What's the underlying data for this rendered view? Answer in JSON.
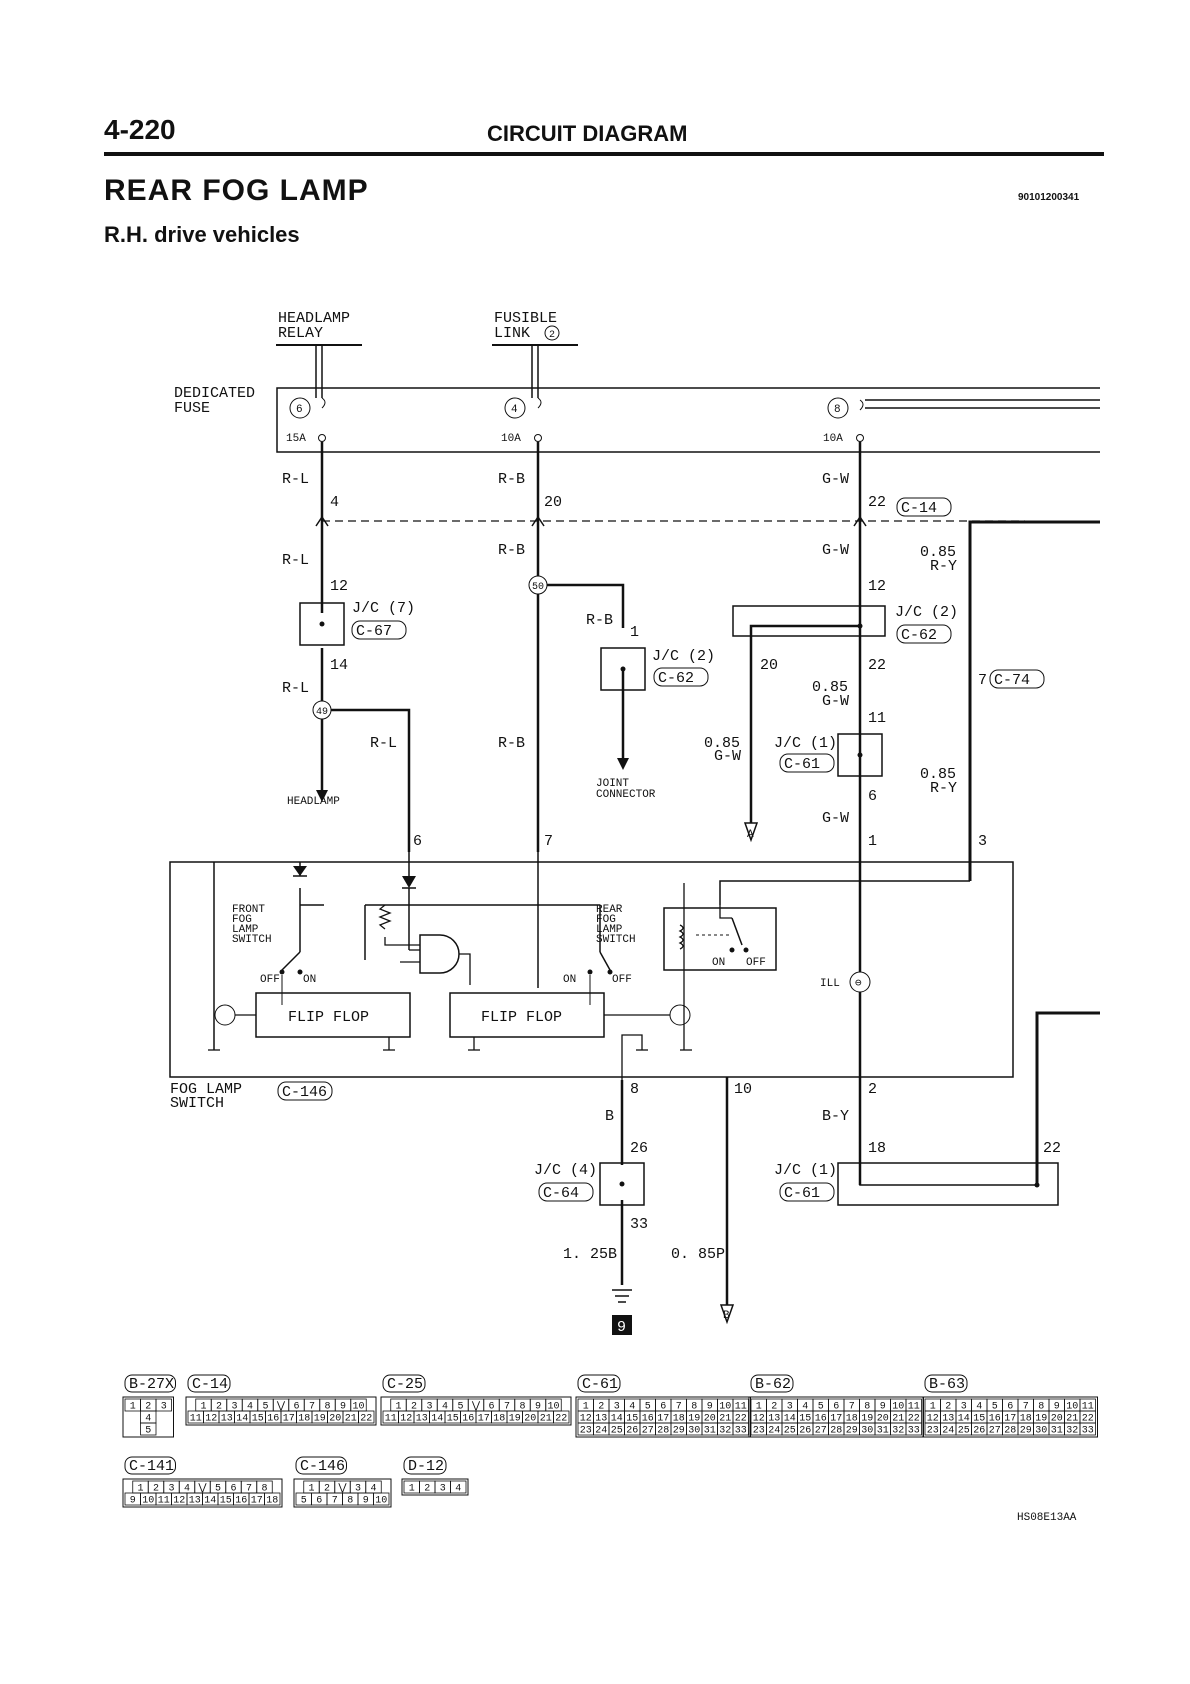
{
  "header": {
    "page_number": "4-220",
    "section": "CIRCUIT DIAGRAM",
    "code": "90101200341",
    "title": "REAR FOG LAMP",
    "subtitle": "R.H. drive vehicles"
  },
  "sources": {
    "headlamp_relay": [
      "HEADLAMP",
      "RELAY"
    ],
    "fusible_link": [
      "FUSIBLE",
      "LINK"
    ],
    "fusible_link_no": "2"
  },
  "dedicated_fuse": {
    "label": [
      "DEDICATED",
      "FUSE"
    ],
    "fuses": [
      {
        "no": "6",
        "rating": "15A"
      },
      {
        "no": "4",
        "rating": "10A"
      },
      {
        "no": "8",
        "rating": "10A"
      }
    ]
  },
  "wires": {
    "r_l": "R-L",
    "r_b": "R-B",
    "g_w": "G-W",
    "b": "B",
    "b_y": "B-Y",
    "size_085": "0.85",
    "r_y": "R-Y",
    "w_125b": "1. 25B",
    "w_085p": "0. 85P"
  },
  "pins": {
    "p4": "4",
    "p20": "20",
    "p22": "22",
    "p12": "12",
    "p14": "14",
    "p1": "1",
    "p11": "11",
    "p6": "6",
    "p7": "7",
    "p3": "3",
    "p8": "8",
    "p10": "10",
    "p2": "2",
    "p26": "26",
    "p33": "33",
    "p18": "18"
  },
  "junctions": {
    "j50": "50",
    "j49": "49"
  },
  "jc": {
    "jc7": "J/C (7)",
    "jc2": "J/C (2)",
    "jc1": "J/C (1)",
    "jc4": "J/C (4)"
  },
  "connectors": {
    "c14": "C-14",
    "c67": "C-67",
    "c62": "C-62",
    "c61": "C-61",
    "c74": "C-74",
    "c64": "C-64",
    "c146": "C-146"
  },
  "loads": {
    "headlamp": "HEADLAMP",
    "joint_connector": [
      "JOINT",
      "CONNECTOR"
    ]
  },
  "refs": {
    "a": "A",
    "b": "B",
    "ground": "9"
  },
  "switch_unit": {
    "name": [
      "FOG LAMP",
      "SWITCH"
    ],
    "front": [
      "FRONT",
      "FOG",
      "LAMP",
      "SWITCH"
    ],
    "rear": [
      "REAR",
      "FOG",
      "LAMP",
      "SWITCH"
    ],
    "flip_flop": "FLIP FLOP",
    "off": "OFF",
    "on": "ON",
    "ill": "ILL"
  },
  "connector_views": [
    {
      "label": "B-27X",
      "rows": [
        [
          "1",
          "2",
          "3"
        ],
        [
          "4"
        ],
        [
          "5"
        ]
      ]
    },
    {
      "label": "C-14",
      "rows": [
        [
          "1",
          "2",
          "3",
          "4",
          "5",
          "",
          "6",
          "7",
          "8",
          "9",
          "10"
        ],
        [
          "11",
          "12",
          "13",
          "14",
          "15",
          "16",
          "17",
          "18",
          "19",
          "20",
          "21",
          "22"
        ]
      ]
    },
    {
      "label": "C-25",
      "rows": [
        [
          "1",
          "2",
          "3",
          "4",
          "5",
          "",
          "6",
          "7",
          "8",
          "9",
          "10"
        ],
        [
          "11",
          "12",
          "13",
          "14",
          "15",
          "16",
          "17",
          "18",
          "19",
          "20",
          "21",
          "22"
        ]
      ]
    },
    {
      "label": "C-61",
      "rows": [
        [
          "1",
          "2",
          "3",
          "4",
          "5",
          "6",
          "7",
          "8",
          "9",
          "10",
          "11"
        ],
        [
          "12",
          "13",
          "14",
          "15",
          "16",
          "17",
          "18",
          "19",
          "20",
          "21",
          "22"
        ],
        [
          "23",
          "24",
          "25",
          "26",
          "27",
          "28",
          "29",
          "30",
          "31",
          "32",
          "33"
        ]
      ]
    },
    {
      "label": "B-62",
      "rows": [
        [
          "1",
          "2",
          "3",
          "4",
          "5",
          "6",
          "7",
          "8",
          "9",
          "10",
          "11"
        ],
        [
          "12",
          "13",
          "14",
          "15",
          "16",
          "17",
          "18",
          "19",
          "20",
          "21",
          "22"
        ],
        [
          "23",
          "24",
          "25",
          "26",
          "27",
          "28",
          "29",
          "30",
          "31",
          "32",
          "33"
        ]
      ]
    },
    {
      "label": "B-63",
      "rows": [
        [
          "1",
          "2",
          "3",
          "4",
          "5",
          "6",
          "7",
          "8",
          "9",
          "10",
          "11"
        ],
        [
          "12",
          "13",
          "14",
          "15",
          "16",
          "17",
          "18",
          "19",
          "20",
          "21",
          "22"
        ],
        [
          "23",
          "24",
          "25",
          "26",
          "27",
          "28",
          "29",
          "30",
          "31",
          "32",
          "33"
        ]
      ]
    },
    {
      "label": "C-141",
      "rows": [
        [
          "1",
          "2",
          "3",
          "4",
          "",
          "5",
          "6",
          "7",
          "8"
        ],
        [
          "9",
          "10",
          "11",
          "12",
          "13",
          "14",
          "15",
          "16",
          "17",
          "18"
        ]
      ]
    },
    {
      "label": "C-146",
      "rows": [
        [
          "1",
          "2",
          "",
          "3",
          "4"
        ],
        [
          "5",
          "6",
          "7",
          "8",
          "9",
          "10"
        ]
      ]
    },
    {
      "label": "D-12",
      "rows": [
        [
          "1",
          "2",
          "3",
          "4"
        ]
      ]
    }
  ],
  "figure_code": "HS08E13AA"
}
